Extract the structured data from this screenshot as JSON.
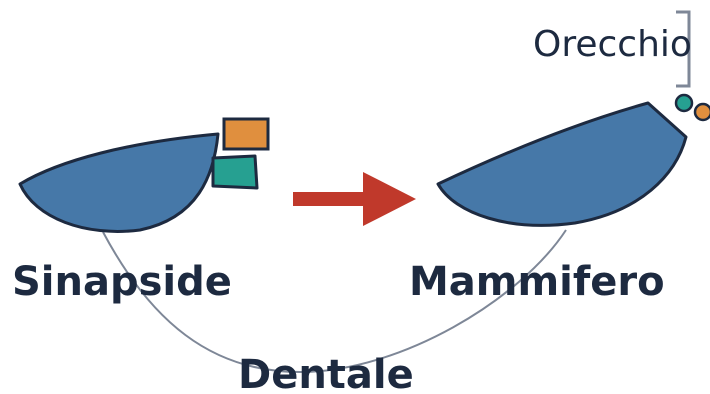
{
  "labels": {
    "left": "Sinapside",
    "right": "Mammifero",
    "bottom": "Dentale",
    "ear": "Orecchio"
  },
  "colors": {
    "jaw_fill": "#4678a8",
    "outline": "#1d2a40",
    "orange_bone": "#e08f3e",
    "teal_bone": "#26a091",
    "arrow": "#c0392b",
    "connector": "#7e8797",
    "bracket": "#7e8797",
    "text": "#1d2a40"
  }
}
